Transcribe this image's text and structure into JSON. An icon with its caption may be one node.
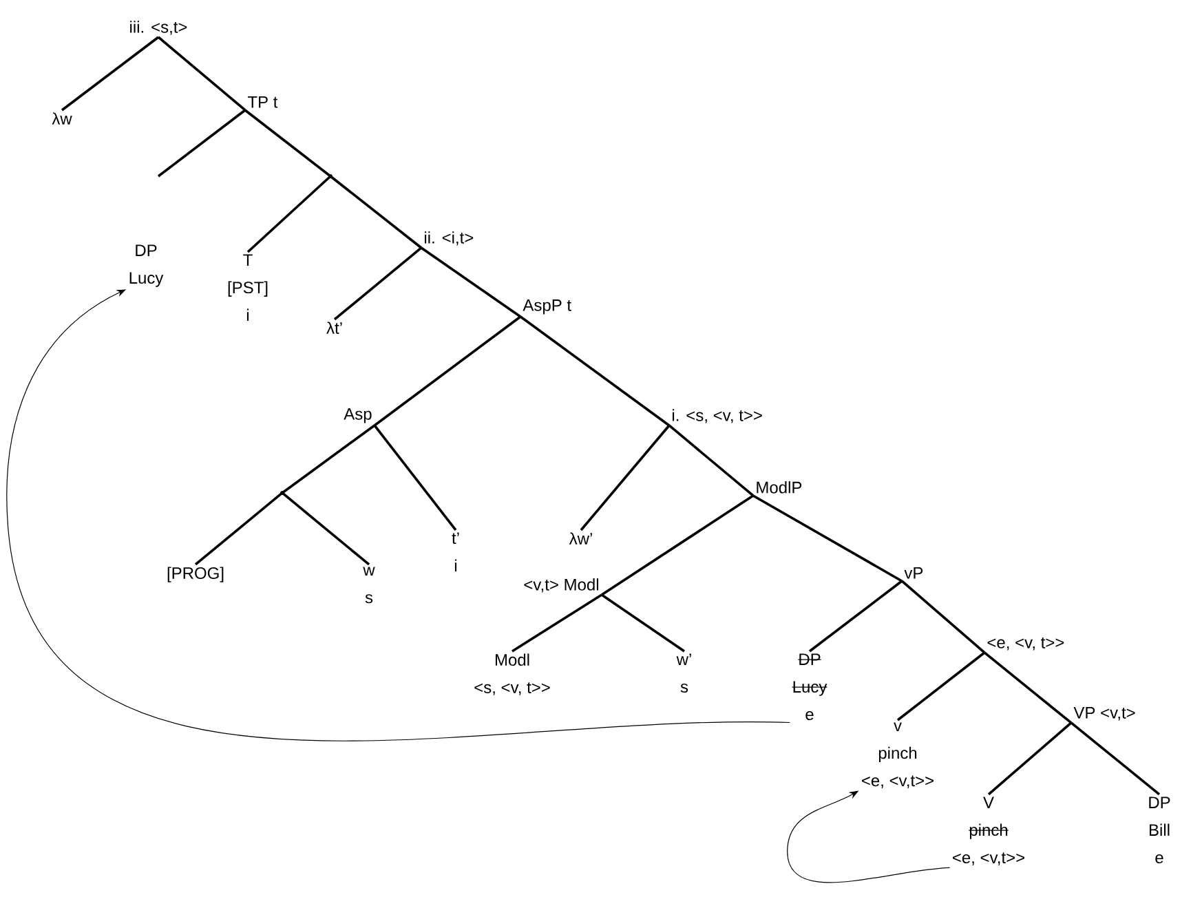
{
  "diagram": {
    "nodes": [
      {
        "text": [
          "iii. <s,t>"
        ]
      },
      {
        "text": [
          "λw"
        ]
      },
      {
        "text": [
          "TP t"
        ]
      },
      {
        "text": [
          "DP",
          "Lucy"
        ]
      },
      {
        "text": [],
        "shape": "point"
      },
      {
        "text": [
          "T",
          "[PST]",
          "i"
        ]
      },
      {
        "text": [
          "ii. <i,t>"
        ]
      },
      {
        "text": [
          "λt’"
        ]
      },
      {
        "text": [
          "AspP t"
        ]
      },
      {
        "text": [
          "Asp"
        ]
      },
      {
        "text": [],
        "shape": "point"
      },
      {
        "text": [
          "[PROG]"
        ]
      },
      {
        "text": [
          "w",
          "s"
        ]
      },
      {
        "text": [
          "t’",
          "i"
        ]
      },
      {
        "text": [
          "i. <s, <v, t>>"
        ]
      },
      {
        "text": [
          "λw’"
        ]
      },
      {
        "text": [
          "ModlP"
        ]
      },
      {
        "text": [
          "<v,t> Modl"
        ]
      },
      {
        "text": [
          "Modl",
          "<s, <v, t>>"
        ]
      },
      {
        "text": [
          "w’",
          "s"
        ]
      },
      {
        "text": [
          "vP"
        ]
      },
      {
        "text": [
          "DP",
          "Lucy",
          "e"
        ]
      },
      {
        "text": [
          "<e, <v, t>>"
        ]
      },
      {
        "text": [
          "v",
          "pinch",
          "<e, <v,t>>"
        ]
      },
      {
        "text": [
          "VP <v,t>"
        ]
      },
      {
        "text": [
          "V",
          "pinch",
          "<e, <v,t>>"
        ]
      },
      {
        "text": [
          "DP",
          "Bill",
          "e"
        ]
      }
    ],
    "edges": [
      {
        "from": 0,
        "to": 1,
        "arrow": "none"
      },
      {
        "from": 0,
        "to": 2,
        "arrow": "none"
      },
      {
        "from": 2,
        "to": 3,
        "arrow": "none"
      },
      {
        "from": 2,
        "to": 4,
        "arrow": "none"
      },
      {
        "from": 4,
        "to": 5,
        "arrow": "none"
      },
      {
        "from": 4,
        "to": 6,
        "arrow": "none"
      },
      {
        "from": 6,
        "to": 7,
        "arrow": "none"
      },
      {
        "from": 6,
        "to": 8,
        "arrow": "none"
      },
      {
        "from": 8,
        "to": 9,
        "arrow": "none"
      },
      {
        "from": 8,
        "to": 14,
        "arrow": "none"
      },
      {
        "from": 9,
        "to": 10,
        "arrow": "none"
      },
      {
        "from": 9,
        "to": 13,
        "arrow": "none"
      },
      {
        "from": 10,
        "to": 11,
        "arrow": "none"
      },
      {
        "from": 10,
        "to": 12,
        "arrow": "none"
      },
      {
        "from": 14,
        "to": 15,
        "arrow": "none"
      },
      {
        "from": 14,
        "to": 16,
        "arrow": "none"
      },
      {
        "from": 16,
        "to": 17,
        "arrow": "none"
      },
      {
        "from": 16,
        "to": 20,
        "arrow": "none"
      },
      {
        "from": 17,
        "to": 18,
        "arrow": "none"
      },
      {
        "from": 17,
        "to": 19,
        "arrow": "none"
      },
      {
        "from": 20,
        "to": 21,
        "arrow": "none"
      },
      {
        "from": 20,
        "to": 22,
        "arrow": "none"
      },
      {
        "from": 22,
        "to": 23,
        "arrow": "none"
      },
      {
        "from": 22,
        "to": 24,
        "arrow": "none"
      },
      {
        "from": 24,
        "to": 25,
        "arrow": "none"
      },
      {
        "from": 24,
        "to": 26,
        "arrow": "none"
      },
      {
        "from": 21,
        "to": 3,
        "arrow": "to"
      },
      {
        "from": 25,
        "to": 23,
        "arrow": "to"
      }
    ]
  }
}
